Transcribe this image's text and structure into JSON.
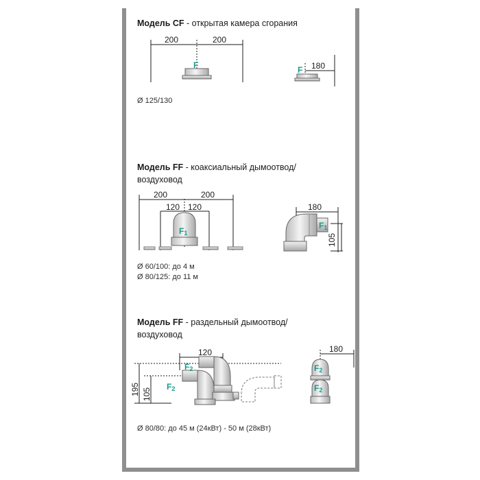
{
  "sections": [
    {
      "title_model": "Модель CF",
      "title_desc": " - открытая камера сгорания",
      "notes": [
        "Ø 125/130"
      ]
    },
    {
      "title_model": "Модель FF",
      "title_desc": " - коаксиальный дымоотвод/",
      "title_line2": "воздуховод",
      "notes": [
        "Ø 60/100: до 4 м",
        "Ø 80/125: до 11 м"
      ]
    },
    {
      "title_model": "Модель FF",
      "title_desc": " - раздельный дымоотвод/",
      "title_line2": "воздуховод",
      "notes": [
        "Ø 80/80: до 45 м (24кВт) - 50 м (28кВт)"
      ]
    }
  ],
  "diagram": {
    "cf_left": {
      "dim_left": "200",
      "dim_right": "200",
      "label": "F"
    },
    "cf_right": {
      "dim": "180",
      "label": "F"
    },
    "ff_left": {
      "dim_outer_left": "200",
      "dim_outer_right": "200",
      "dim_inner_left": "120",
      "dim_inner_right": "120",
      "label": "F",
      "label_sub": "1"
    },
    "ff_right": {
      "dim_top": "180",
      "dim_side": "105",
      "label": "F",
      "label_sub": "1"
    },
    "split_left": {
      "dim_top": "120",
      "dim_195": "195",
      "dim_105": "105",
      "label_upper": "F",
      "label_upper_sub": "2",
      "label_lower": "F",
      "label_lower_sub": "2"
    },
    "split_right": {
      "dim_top": "180",
      "label_upper": "F",
      "label_upper_sub": "2",
      "label_lower": "F",
      "label_lower_sub": "2"
    }
  },
  "colors": {
    "frame": "#8f8f8f",
    "label": "#1a9a8a",
    "metal": "#d6d6d6"
  }
}
